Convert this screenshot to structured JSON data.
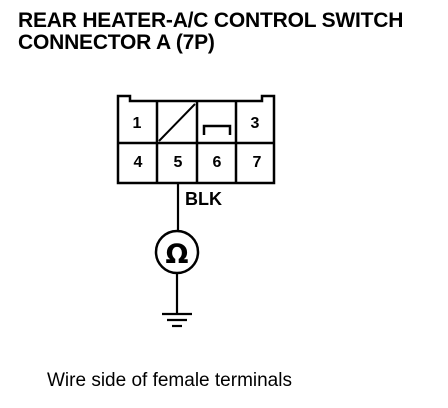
{
  "title": {
    "line1": "REAR HEATER-A/C CONTROL SWITCH",
    "line2": "CONNECTOR A (7P)"
  },
  "connector": {
    "pins": [
      "1",
      "3",
      "4",
      "5",
      "6",
      "7"
    ]
  },
  "wire": {
    "color_label": "BLK"
  },
  "meter": {
    "symbol": "Ω"
  },
  "caption": "Wire side of female terminals"
}
